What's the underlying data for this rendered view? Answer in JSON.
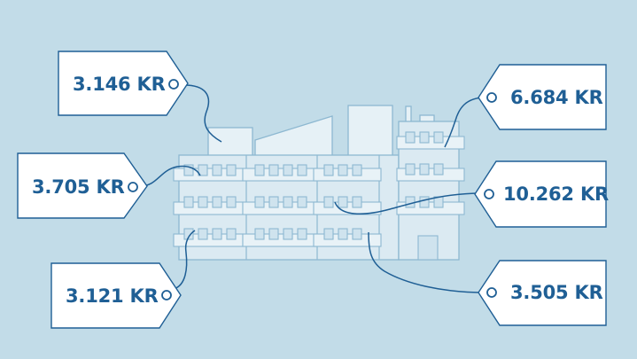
{
  "price_tags": [
    {
      "id": "top-left",
      "label": "3.146 KR"
    },
    {
      "id": "middle-left",
      "label": "3.705 KR"
    },
    {
      "id": "bottom-left",
      "label": "3.121 KR"
    },
    {
      "id": "top-right",
      "label": "6.684 KR"
    },
    {
      "id": "middle-right",
      "label": "10.262 KR"
    },
    {
      "id": "bottom-right",
      "label": "3.505 KR"
    }
  ],
  "colors": {
    "background": "#c2dce8",
    "accent": "#1f5f95",
    "building": "#dbeaf2",
    "building_outline": "#8db8d1"
  }
}
